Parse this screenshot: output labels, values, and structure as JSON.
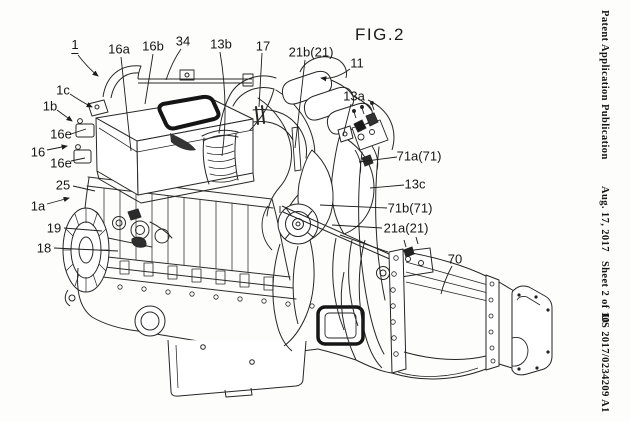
{
  "page": {
    "background": "#fdfdfc",
    "ink": "#1c1c1c"
  },
  "header": {
    "publication": "Patent Application Publication",
    "date_sheet": "Aug. 17, 2017   Sheet 2 of 10",
    "doc_number": "US 2017/0234209 A1"
  },
  "figure": {
    "title": "FIG.2",
    "labels": [
      {
        "text": "1"
      },
      {
        "text": "16a"
      },
      {
        "text": "16b"
      },
      {
        "text": "34"
      },
      {
        "text": "13b"
      },
      {
        "text": "17"
      },
      {
        "text": "21b(21)"
      },
      {
        "text": "11"
      },
      {
        "text": "13a"
      },
      {
        "text": "1c"
      },
      {
        "text": "1b"
      },
      {
        "text": "16e"
      },
      {
        "text": "16"
      },
      {
        "text": "16e"
      },
      {
        "text": "25"
      },
      {
        "text": "1a"
      },
      {
        "text": "19"
      },
      {
        "text": "18"
      },
      {
        "text": "71a(71)"
      },
      {
        "text": "13c"
      },
      {
        "text": "71b(71)"
      },
      {
        "text": "21a(21)"
      },
      {
        "text": "70"
      }
    ]
  }
}
